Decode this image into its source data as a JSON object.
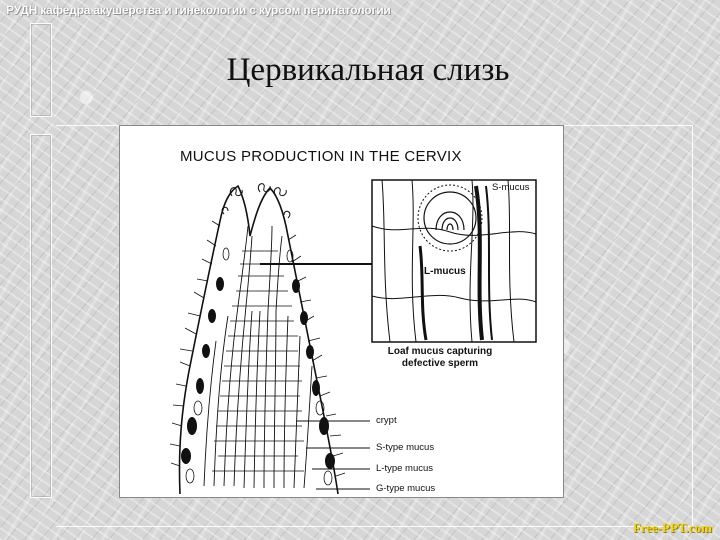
{
  "header": {
    "text": "РУДН кафедра акушерства и гинекологии с курсом перинатологии"
  },
  "slide": {
    "title": "Цервикальная слизь"
  },
  "figure": {
    "title": "MUCUS PRODUCTION IN THE CERVIX",
    "inset": {
      "s_mucus_label": "S-mucus",
      "l_mucus_label": "L-mucus",
      "caption_line1": "Loaf mucus capturing",
      "caption_line2": "defective sperm"
    },
    "legend": {
      "crypt": "crypt",
      "s_type": "S-type mucus",
      "l_type": "L-type mucus",
      "g_type": "G-type mucus"
    }
  },
  "footer": {
    "text": "Free-PPT.com"
  }
}
